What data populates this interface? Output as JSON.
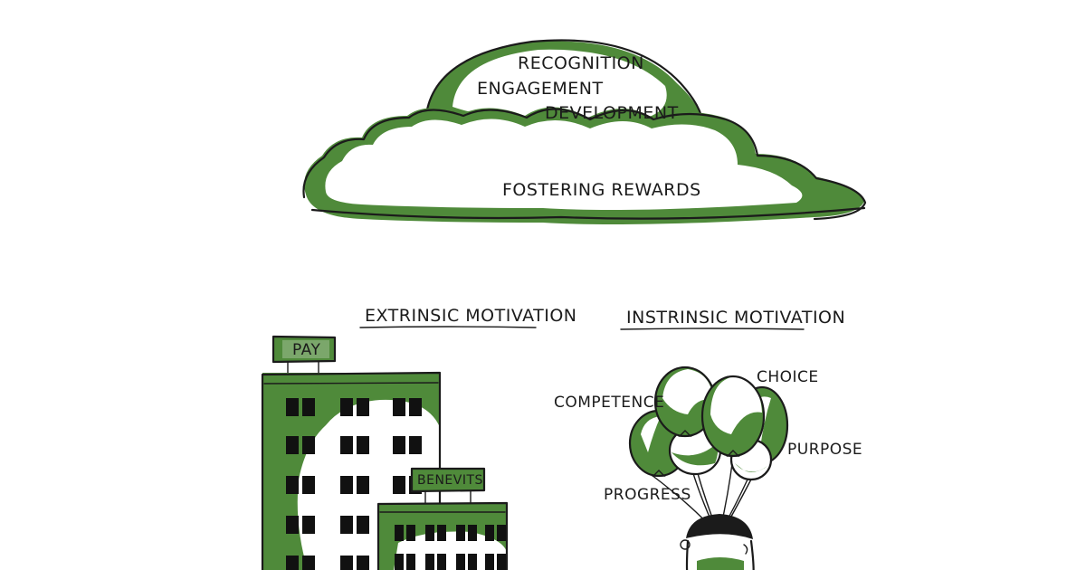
{
  "cloud": {
    "dome_words": [
      "RECOGNITION",
      "ENGAGEMENT",
      "DEVELOPMENT"
    ],
    "base_word": "FOSTERING REWARDS"
  },
  "extrinsic": {
    "heading": "EXTRINSIC MOTIVATION",
    "pay_sign": "PAY",
    "benefits_sign": "BENEVITS"
  },
  "intrinsic": {
    "heading": "INSTRINSIC MOTIVATION",
    "competence": "COMPETENCE",
    "choice": "CHOICE",
    "purpose": "PURPOSE",
    "progress": "PROGRESS"
  },
  "colors": {
    "accent": "#4f8a3a",
    "ink": "#1b1b1b",
    "background": "#ffffff"
  }
}
